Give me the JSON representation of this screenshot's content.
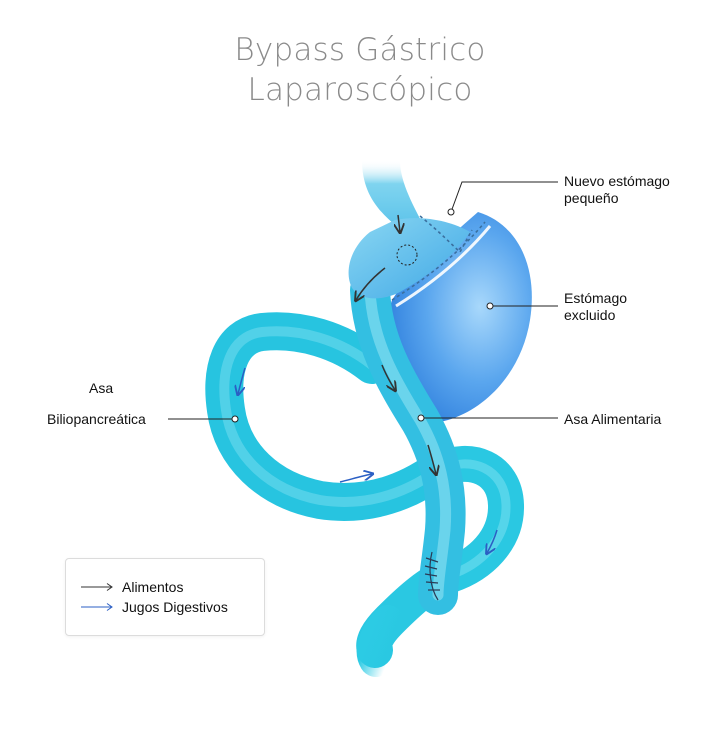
{
  "title": {
    "line1": "Bypass Gástrico",
    "line2": "Laparoscópico"
  },
  "labels": {
    "nuevo_estomago": "Nuevo estómago",
    "nuevo_estomago_2": "pequeño",
    "estomago_excluido": "Estómago",
    "estomago_excluido_2": "excluido",
    "asa_alimentaria": "Asa Alimentaria",
    "asa_bilio_1": "Asa",
    "asa_bilio_2": "Biliopancreática"
  },
  "legend": {
    "food": "Alimentos",
    "juices": "Jugos Digestivos"
  },
  "colors": {
    "intestine": "#28c6e2",
    "intestine_light": "#7fe2f2",
    "stomach": "#3d8fe6",
    "stomach_light": "#9fd0f7",
    "food_arrow": "#333333",
    "juice_arrow": "#2b5fc4",
    "title": "#8a8a8a"
  }
}
